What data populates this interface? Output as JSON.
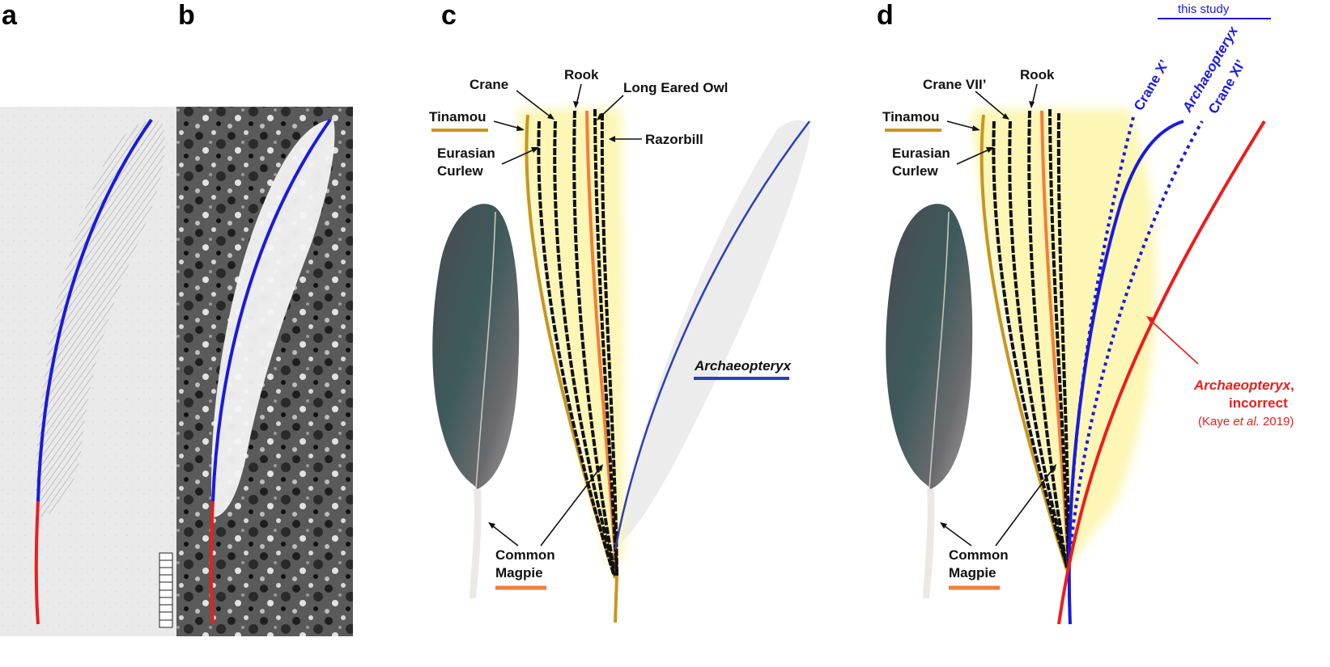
{
  "panels": {
    "a": "a",
    "b": "b",
    "c": "c",
    "d": "d"
  },
  "legend_top_right": "this study",
  "panel_c": {
    "labels": {
      "tinamou": "Tinamou",
      "crane": "Crane",
      "rook": "Rook",
      "long_eared_owl": "Long Eared Owl",
      "razorbill": "Razorbill",
      "eurasian_curlew_line1": "Eurasian",
      "eurasian_curlew_line2": "Curlew",
      "common_magpie_line1": "Common",
      "common_magpie_line2": "Magpie",
      "archaeopteryx": "Archaeopteryx"
    }
  },
  "panel_d": {
    "labels": {
      "tinamou": "Tinamou",
      "crane_vii": "Crane VII’",
      "rook": "Rook",
      "eurasian_curlew_line1": "Eurasian",
      "eurasian_curlew_line2": "Curlew",
      "common_magpie_line1": "Common",
      "common_magpie_line2": "Magpie",
      "crane_x": "Crane X’",
      "archaeopteryx": "Archaeopteryx",
      "crane_xi": "Crane XI’",
      "incorrect_line1": "Archaeopteryx",
      "incorrect_line1_suffix": ",",
      "incorrect_line2": "incorrect",
      "citation_pre": "(Kaye ",
      "citation_it": "et al.",
      "citation_post": " 2019)"
    }
  },
  "colors": {
    "rachis_blue": "#1a1adf",
    "calamus_red": "#ee1c1c",
    "tinamou_gold": "#c8961e",
    "magpie_orange": "#f27e3a",
    "highlight_yellow": "#fdf6b5"
  }
}
